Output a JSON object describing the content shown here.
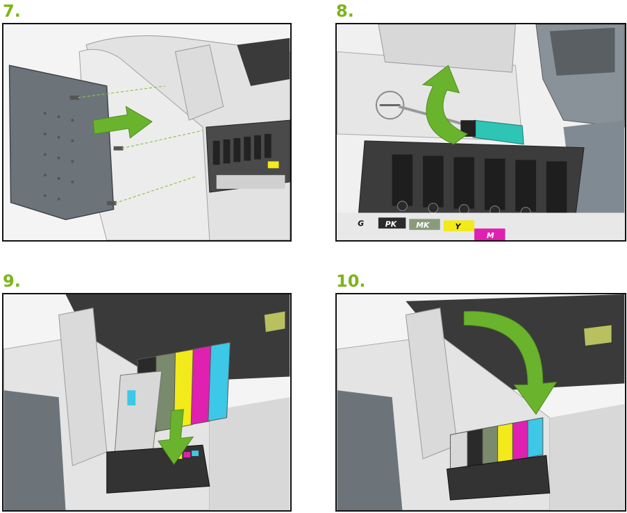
{
  "steps": [
    {
      "number": "7."
    },
    {
      "number": "8."
    },
    {
      "number": "9."
    },
    {
      "number": "10."
    }
  ],
  "slot_labels": {
    "g": "G",
    "pk": "PK",
    "mk": "MK",
    "y": "Y",
    "m": "M"
  },
  "colors": {
    "step_number": "#7cb518",
    "arrow": "#6ab42d",
    "panel_border": "#111111",
    "cyan": "#3cc8e6",
    "magenta": "#e020b0",
    "yellow": "#f2ea1a",
    "mk_gray": "#8a9a7c",
    "pk_black": "#2a2a2a"
  },
  "icons": {
    "arrow_push": "right-arrow-icon",
    "arrow_rotate": "rotate-arrow-icon",
    "arrow_down": "down-arrow-icon",
    "arrow_close": "curved-down-arrow-icon",
    "screwdriver": "screwdriver-icon",
    "screw": "screw-icon"
  }
}
